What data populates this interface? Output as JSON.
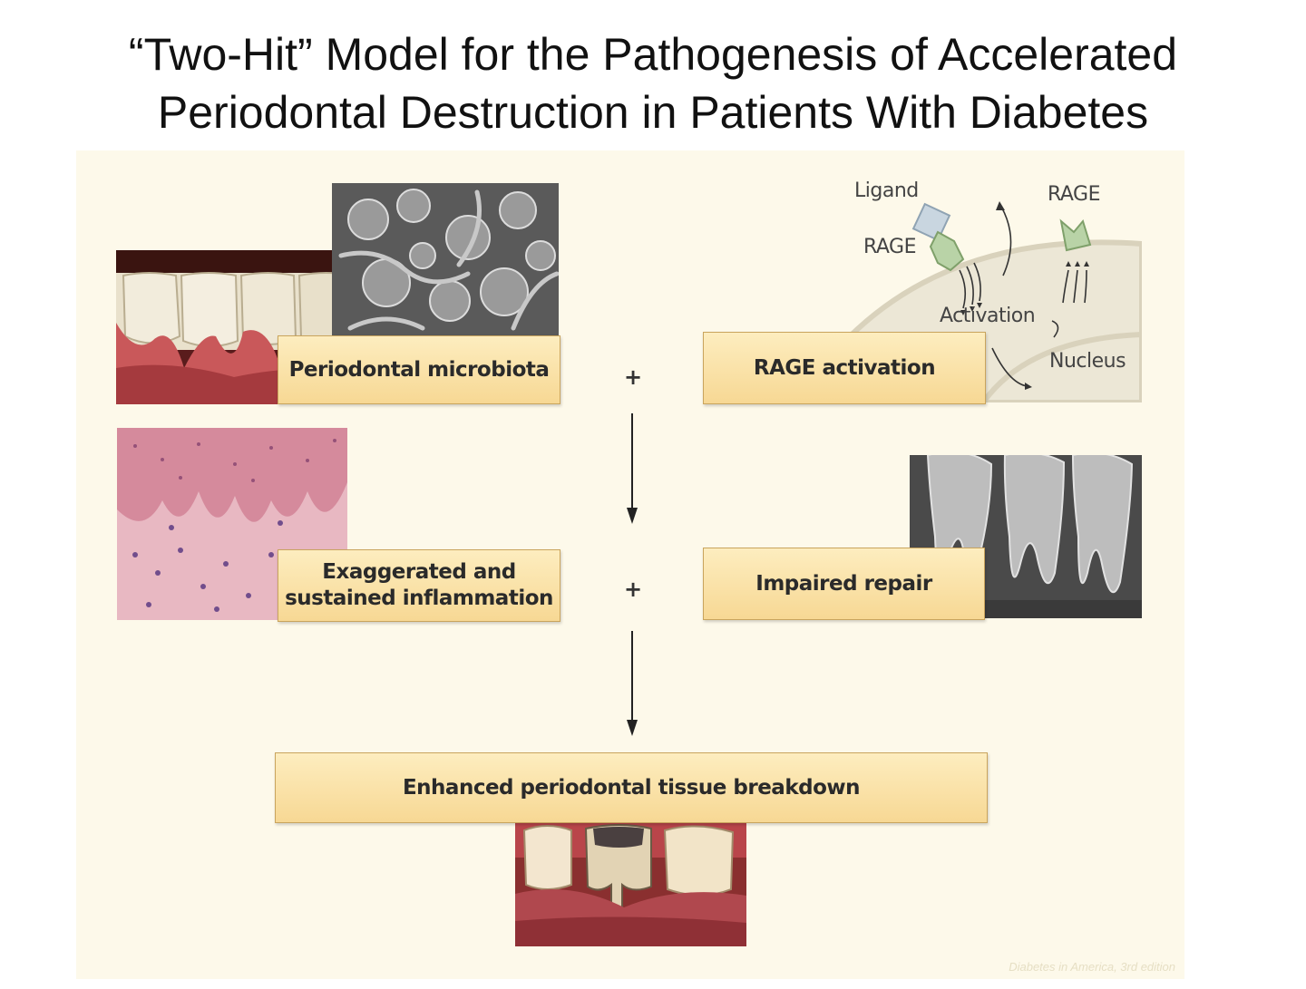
{
  "title": {
    "line1": "“Two-Hit” Model for the Pathogenesis of Accelerated",
    "line2": "Periodontal Destruction in Patients With Diabetes"
  },
  "boxes": {
    "microbiota": "Periodontal microbiota",
    "rage": "RAGE activation",
    "inflammation_line1": "Exaggerated and",
    "inflammation_line2": "sustained inflammation",
    "repair": "Impaired repair",
    "breakdown": "Enhanced periodontal tissue breakdown"
  },
  "operators": {
    "plus": "+"
  },
  "rage_diagram": {
    "ligand": "Ligand",
    "rage_bound": "RAGE",
    "rage_free": "RAGE",
    "activation": "Activation",
    "nucleus": "Nucleus"
  },
  "credit": "Diabetes in America, 3rd edition",
  "colors": {
    "panel_bg": "#fdf9ea",
    "box_fill": "#f7d894",
    "box_border": "#c9a45d"
  }
}
